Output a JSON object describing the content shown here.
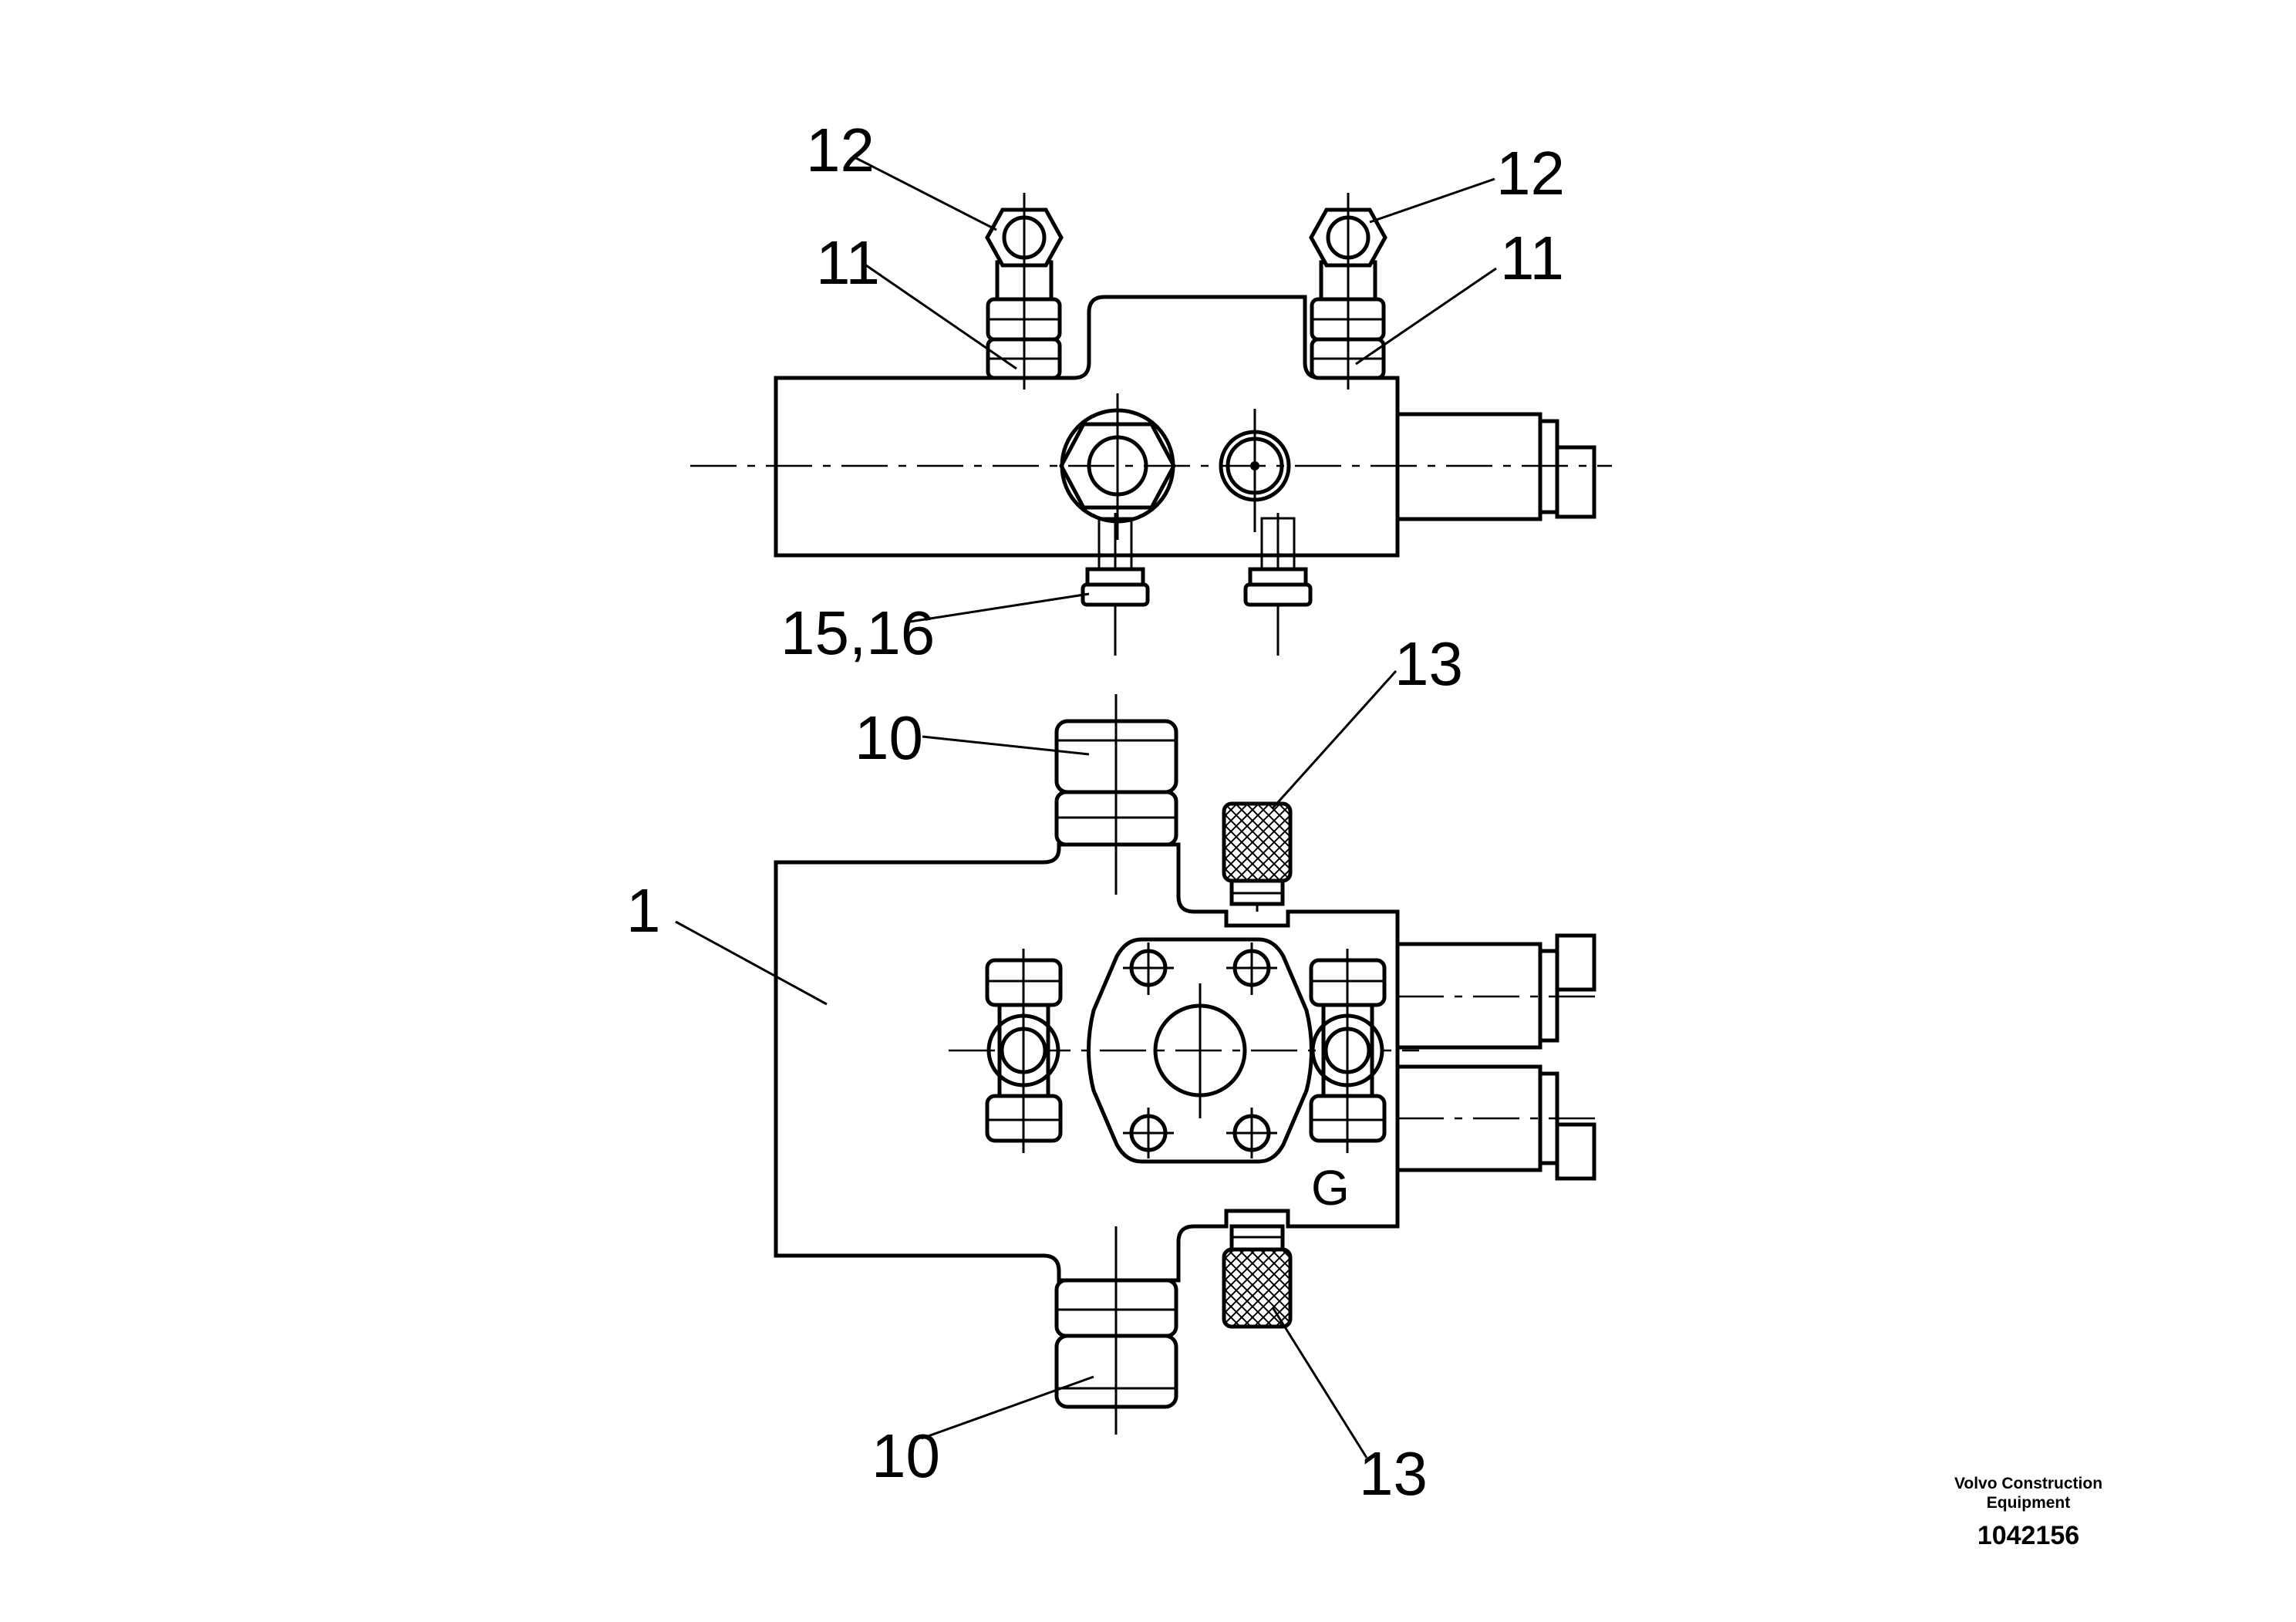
{
  "callouts": {
    "c12_left": "12",
    "c12_right": "12",
    "c11_left": "11",
    "c11_right": "11",
    "c15_16": "15,16",
    "c13_top": "13",
    "c13_bottom": "13",
    "c10_top": "10",
    "c10_bottom": "10",
    "c1": "1"
  },
  "port_mark": "G",
  "brand": {
    "line1": "Volvo Construction",
    "line2": "Equipment",
    "number": "1042156"
  }
}
